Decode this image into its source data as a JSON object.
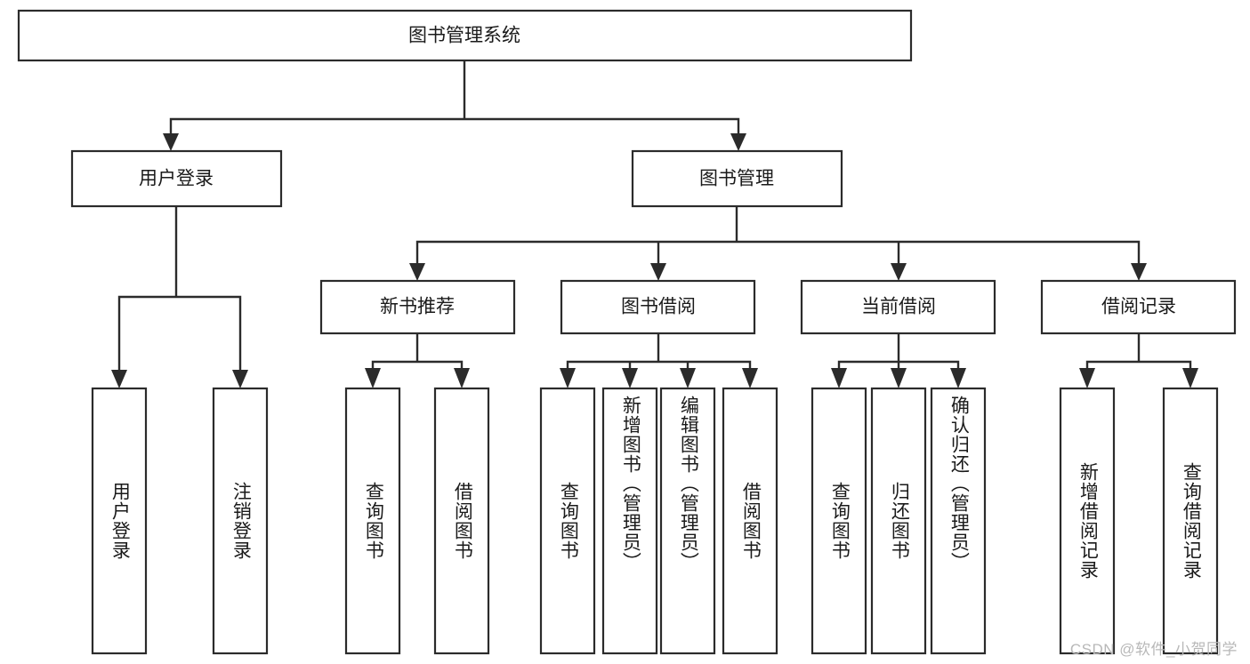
{
  "diagram": {
    "title_node": {
      "label": "图书管理系统"
    },
    "level2": [
      {
        "id": "user-login",
        "label": "用户登录"
      },
      {
        "id": "book-management",
        "label": "图书管理"
      }
    ],
    "level3": [
      {
        "id": "new-book-recommend",
        "label": "新书推荐"
      },
      {
        "id": "book-borrow",
        "label": "图书借阅"
      },
      {
        "id": "current-borrow",
        "label": "当前借阅"
      },
      {
        "id": "borrow-record",
        "label": "借阅记录"
      }
    ],
    "leaves": [
      {
        "id": "leaf-user-login",
        "label": "用户登录",
        "parent": "user-login"
      },
      {
        "id": "leaf-logout-login",
        "label": "注销登录",
        "parent": "user-login"
      },
      {
        "id": "leaf-query-book-1",
        "label": "查询图书",
        "parent": "new-book-recommend"
      },
      {
        "id": "leaf-borrow-book-1",
        "label": "借阅图书",
        "parent": "new-book-recommend"
      },
      {
        "id": "leaf-query-book-2",
        "label": "查询图书",
        "parent": "book-borrow"
      },
      {
        "id": "leaf-add-book",
        "label": "新增图书（管理员）",
        "parent": "book-borrow"
      },
      {
        "id": "leaf-edit-book",
        "label": "编辑图书（管理员）",
        "parent": "book-borrow"
      },
      {
        "id": "leaf-borrow-book-2",
        "label": "借阅图书",
        "parent": "book-borrow"
      },
      {
        "id": "leaf-query-book-3",
        "label": "查询图书",
        "parent": "current-borrow"
      },
      {
        "id": "leaf-return-book",
        "label": "归还图书",
        "parent": "current-borrow"
      },
      {
        "id": "leaf-confirm-return",
        "label": "确认归还（管理员）",
        "parent": "current-borrow"
      },
      {
        "id": "leaf-add-record",
        "label": "新增借阅记录",
        "parent": "borrow-record"
      },
      {
        "id": "leaf-query-record",
        "label": "查询借阅记录",
        "parent": "borrow-record"
      }
    ],
    "colors": {
      "stroke": "#2b2b2b",
      "box_fill": "#ffffff",
      "text": "#1a1a1a",
      "background": "#ffffff",
      "watermark": "#b8b8b8"
    }
  },
  "watermark": {
    "text": "CSDN @软件_小贺同学"
  }
}
